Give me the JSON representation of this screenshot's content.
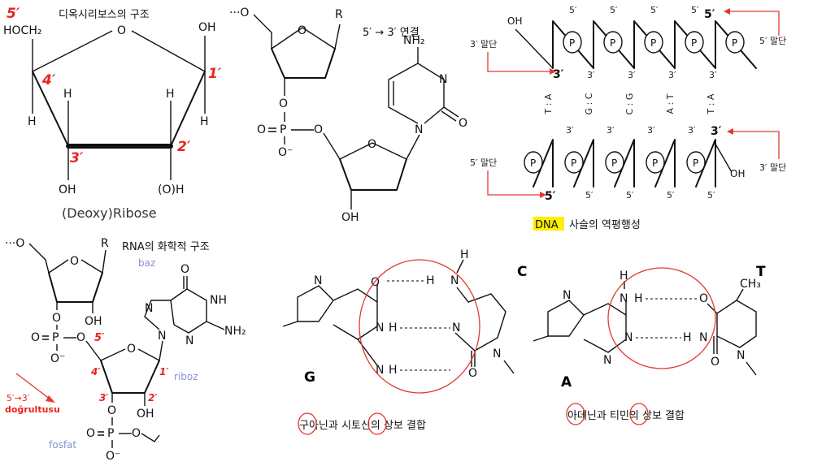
{
  "panel1": {
    "title": "디옥시리보스의 구조",
    "hoch2": "HOCH₂",
    "oh": "OH",
    "h": "H",
    "o": "O",
    "oh_paren": "(O)H",
    "caption": "(Deoxy)Ribose",
    "labels": {
      "c5": "5′",
      "c4": "4′",
      "c3": "3′",
      "c2": "2′",
      "c1": "1′"
    }
  },
  "panel2": {
    "top_chain": "···O",
    "r": "R",
    "direction": "5′ → 3′ 연결",
    "nh2": "NH₂",
    "n": "N",
    "o": "O",
    "o_minus": "O⁻",
    "p": "P",
    "oh": "OH"
  },
  "panel3": {
    "oh": "OH",
    "p": "P",
    "five": "5′",
    "three": "3′",
    "end3": "3′ 말단",
    "end5": "5′ 말단",
    "pairs": [
      "T : A",
      "G : C",
      "C : G",
      "A : T",
      "T : A"
    ],
    "caption_dna": "DNA",
    "caption_rest": "사슬의 역평행성"
  },
  "panel4": {
    "title": "RNA의 화학적 구조",
    "baz": "baz",
    "riboz": "riboz",
    "fosfat": "fosfat",
    "direction_top": "5′→3′",
    "direction_bottom": "doğrultusu",
    "r": "R",
    "nh2": "NH₂",
    "nh": "NH",
    "n": "N",
    "o": "O",
    "oh": "OH",
    "p": "P",
    "o_minus": "O⁻",
    "labels": {
      "c5": "5′",
      "c4": "4′",
      "c3": "3′",
      "c2": "2′",
      "c1": "1′"
    }
  },
  "panel5": {
    "base_g": "G",
    "base_c": "C",
    "caption_parts": [
      "구",
      "아닌과 ",
      "시",
      "토신의 상보 결합"
    ]
  },
  "panel6": {
    "base_a": "A",
    "base_t": "T",
    "ch3": "CH₃",
    "caption_parts": [
      "아",
      "데닌과 ",
      "티",
      "민의 상보 결합"
    ]
  },
  "colors": {
    "accent_red": "#e8251f",
    "highlight_yellow": "#ffef00",
    "label_blue": "#8a8fd6"
  }
}
